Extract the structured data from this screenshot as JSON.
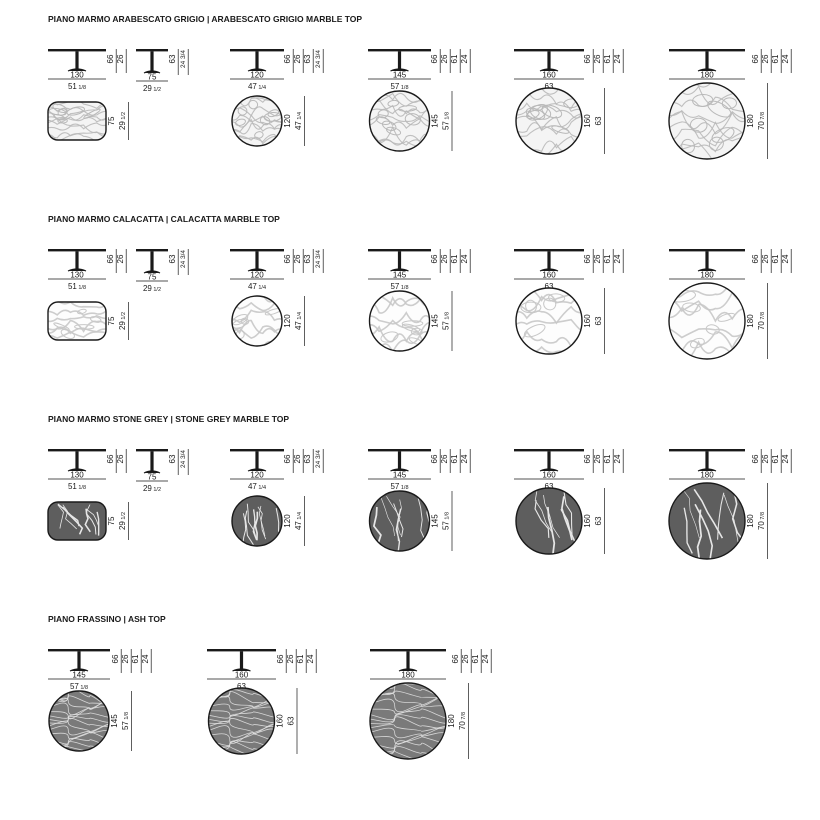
{
  "sections": [
    {
      "title": "PIANO MARMO ARABESCATO GRIGIO | ARABESCATO GRIGIO MARBLE TOP",
      "finish": "arabescato",
      "tables": [
        {
          "cm": "130",
          "in": "51",
          "inf": "1/8",
          "shape": "oval",
          "dh": [
            "66",
            "26"
          ],
          "pw": "75",
          "pwi": "29",
          "pwf": "1/2"
        },
        {
          "cm": "75",
          "in": "29",
          "inf": "1/2",
          "shape": "none",
          "dh": [
            "63",
            "24 3/4"
          ]
        },
        {
          "cm": "120",
          "in": "47",
          "inf": "1/4",
          "shape": "round",
          "dh": [
            "66",
            "26",
            "63",
            "24 3/4"
          ],
          "pw": "120",
          "pwi": "47",
          "pwf": "1/4"
        },
        {
          "cm": "145",
          "in": "57",
          "inf": "1/8",
          "shape": "round",
          "dh": [
            "66",
            "26",
            "61",
            "24"
          ],
          "pw": "145",
          "pwi": "57",
          "pwf": "1/8"
        },
        {
          "cm": "160",
          "in": "63",
          "inf": "",
          "shape": "round",
          "dh": [
            "66",
            "26",
            "61",
            "24"
          ],
          "pw": "160",
          "pwi": "63",
          "pwf": ""
        },
        {
          "cm": "180",
          "in": "70",
          "inf": "7/8",
          "shape": "round",
          "dh": [
            "66",
            "26",
            "61",
            "24"
          ],
          "pw": "180",
          "pwi": "70",
          "pwf": "7/8"
        }
      ]
    },
    {
      "title": "PIANO MARMO CALACATTA | CALACATTA MARBLE TOP",
      "finish": "calacatta",
      "tables": [
        {
          "cm": "130",
          "in": "51",
          "inf": "1/8",
          "shape": "oval",
          "dh": [
            "66",
            "26"
          ],
          "pw": "75",
          "pwi": "29",
          "pwf": "1/2"
        },
        {
          "cm": "75",
          "in": "29",
          "inf": "1/2",
          "shape": "none",
          "dh": [
            "63",
            "24 3/4"
          ]
        },
        {
          "cm": "120",
          "in": "47",
          "inf": "1/4",
          "shape": "round",
          "dh": [
            "66",
            "26",
            "63",
            "24 3/4"
          ],
          "pw": "120",
          "pwi": "47",
          "pwf": "1/4"
        },
        {
          "cm": "145",
          "in": "57",
          "inf": "1/8",
          "shape": "round",
          "dh": [
            "66",
            "26",
            "61",
            "24"
          ],
          "pw": "145",
          "pwi": "57",
          "pwf": "1/8"
        },
        {
          "cm": "160",
          "in": "63",
          "inf": "",
          "shape": "round",
          "dh": [
            "66",
            "26",
            "61",
            "24"
          ],
          "pw": "160",
          "pwi": "63",
          "pwf": ""
        },
        {
          "cm": "180",
          "in": "70",
          "inf": "7/8",
          "shape": "round",
          "dh": [
            "66",
            "26",
            "61",
            "24"
          ],
          "pw": "180",
          "pwi": "70",
          "pwf": "7/8"
        }
      ]
    },
    {
      "title": "PIANO MARMO STONE GREY | STONE GREY MARBLE TOP",
      "finish": "stonegrey",
      "tables": [
        {
          "cm": "130",
          "in": "51",
          "inf": "1/8",
          "shape": "oval",
          "dh": [
            "66",
            "26"
          ],
          "pw": "75",
          "pwi": "29",
          "pwf": "1/2"
        },
        {
          "cm": "75",
          "in": "29",
          "inf": "1/2",
          "shape": "none",
          "dh": [
            "63",
            "24 3/4"
          ]
        },
        {
          "cm": "120",
          "in": "47",
          "inf": "1/4",
          "shape": "round",
          "dh": [
            "66",
            "26",
            "63",
            "24 3/4"
          ],
          "pw": "120",
          "pwi": "47",
          "pwf": "1/4"
        },
        {
          "cm": "145",
          "in": "57",
          "inf": "1/8",
          "shape": "round",
          "dh": [
            "66",
            "26",
            "61",
            "24"
          ],
          "pw": "145",
          "pwi": "57",
          "pwf": "1/8"
        },
        {
          "cm": "160",
          "in": "63",
          "inf": "",
          "shape": "round",
          "dh": [
            "66",
            "26",
            "61",
            "24"
          ],
          "pw": "160",
          "pwi": "63",
          "pwf": ""
        },
        {
          "cm": "180",
          "in": "70",
          "inf": "7/8",
          "shape": "round",
          "dh": [
            "66",
            "26",
            "61",
            "24"
          ],
          "pw": "180",
          "pwi": "70",
          "pwf": "7/8"
        }
      ]
    },
    {
      "title": "PIANO FRASSINO | ASH TOP",
      "finish": "ash",
      "tables": [
        {
          "cm": "145",
          "in": "57",
          "inf": "1/8",
          "shape": "round",
          "dh": [
            "66",
            "26",
            "61",
            "24"
          ],
          "pw": "145",
          "pwi": "57",
          "pwf": "1/8"
        },
        {
          "cm": "160",
          "in": "63",
          "inf": "",
          "shape": "round",
          "dh": [
            "66",
            "26",
            "61",
            "24"
          ],
          "pw": "160",
          "pwi": "63",
          "pwf": ""
        },
        {
          "cm": "180",
          "in": "70",
          "inf": "7/8",
          "shape": "round",
          "dh": [
            "66",
            "26",
            "61",
            "24"
          ],
          "pw": "180",
          "pwi": "70",
          "pwf": "7/8"
        }
      ]
    }
  ],
  "colors": {
    "ink": "#1a1a1a",
    "arabescato_fill": "#f4f4f4",
    "arabescato_vein": "#b9b9b9",
    "calacatta_fill": "#fdfdfd",
    "calacatta_vein": "#c8c8c8",
    "stonegrey_fill": "#5e5e5e",
    "stonegrey_vein": "#e6e6e6",
    "ash_fill": "#7a7a7a",
    "ash_grain": "#e0e0e0"
  }
}
